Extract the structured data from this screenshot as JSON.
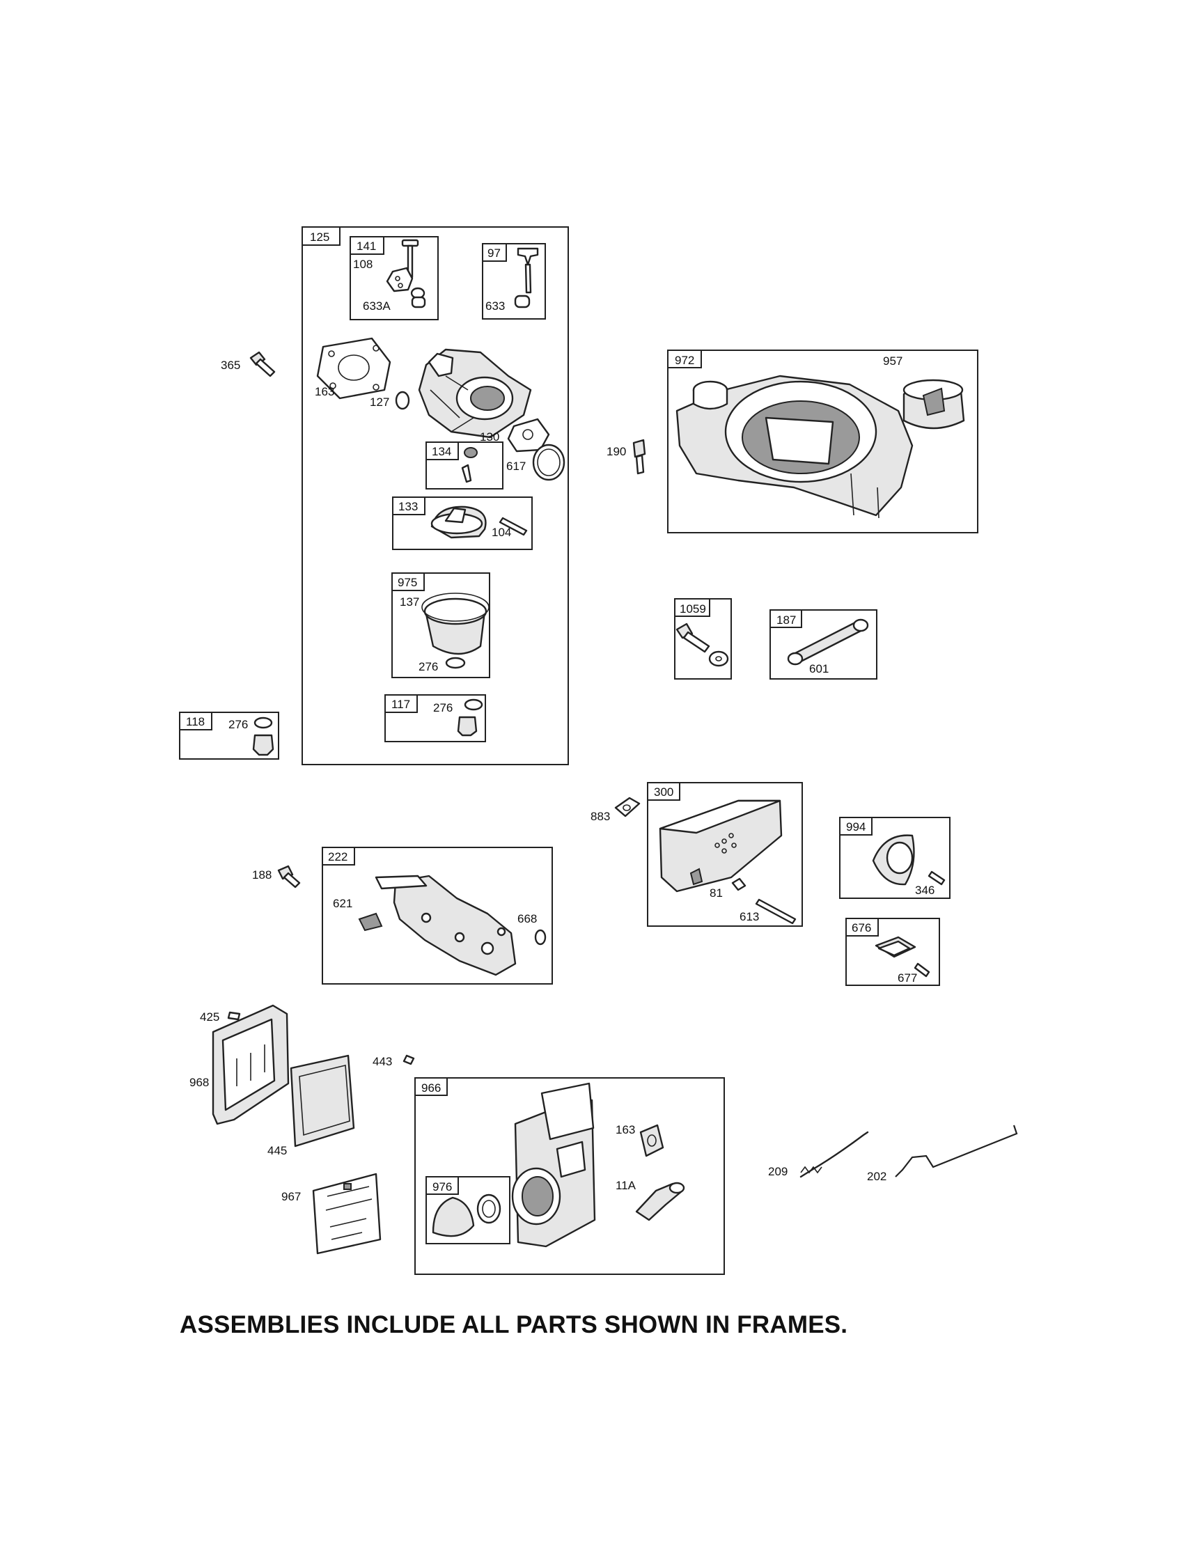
{
  "caption": "ASSEMBLIES INCLUDE ALL PARTS SHOWN IN FRAMES.",
  "frame_tabs": {
    "f125": "125",
    "f141": "141",
    "f97": "97",
    "f134": "134",
    "f133": "133",
    "f975": "975",
    "f117": "117",
    "f118": "118",
    "f972": "972",
    "f1059": "1059",
    "f187": "187",
    "f300": "300",
    "f994": "994",
    "f676": "676",
    "f222": "222",
    "f966": "966",
    "f976": "976"
  },
  "part_labels": {
    "p108": "108",
    "p633A": "633A",
    "p633": "633",
    "p365": "365",
    "p163a": "163",
    "p127": "127",
    "p130": "130",
    "p617": "617",
    "p104": "104",
    "p137": "137",
    "p276a": "276",
    "p276b": "276",
    "p276c": "276",
    "p957": "957",
    "p190": "190",
    "p601": "601",
    "p883": "883",
    "p81": "81",
    "p613": "613",
    "p346": "346",
    "p677": "677",
    "p188": "188",
    "p621": "621",
    "p668": "668",
    "p425": "425",
    "p968": "968",
    "p445": "445",
    "p443": "443",
    "p967": "967",
    "p163b": "163",
    "p11A": "11A",
    "p209": "209",
    "p202": "202"
  }
}
